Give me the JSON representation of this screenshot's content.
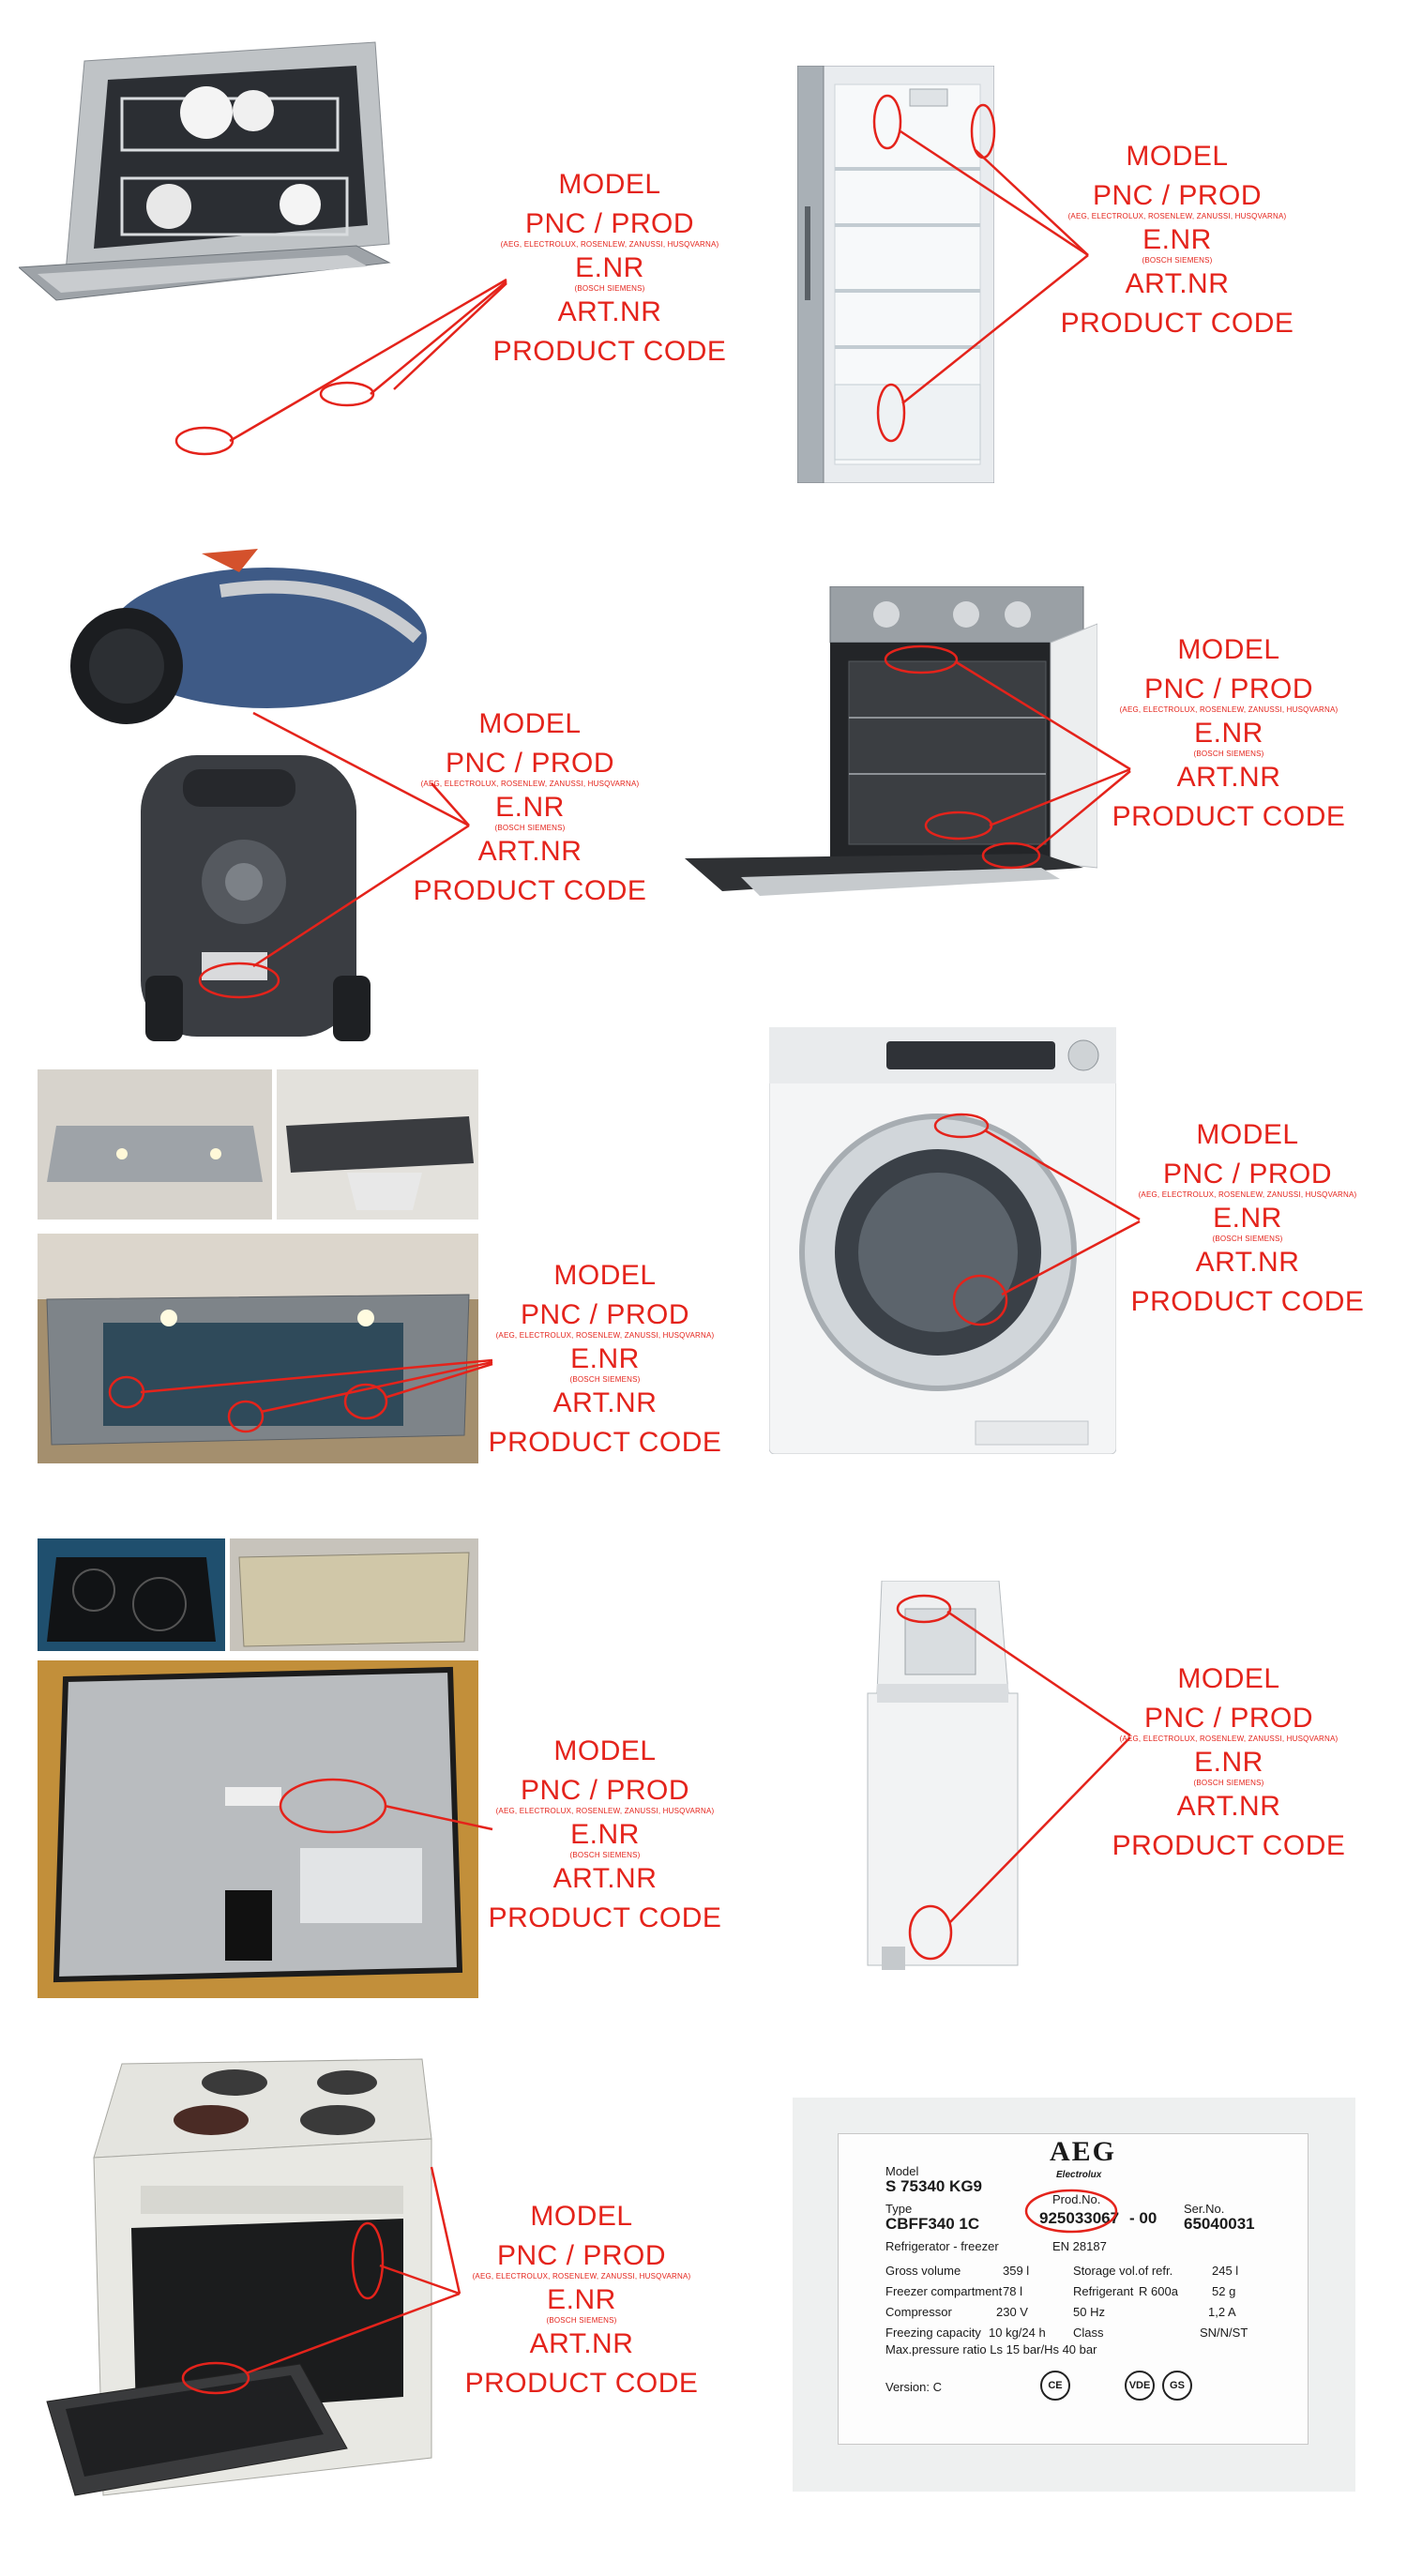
{
  "callout": {
    "model": "MODEL",
    "pnc": "PNC / PROD",
    "pnc_brands": "(AEG, ELECTROLUX, ROSENLEW, ZANUSSI, HUSQVARNA)",
    "enr": "E.NR",
    "enr_brands": "(BOSCH SIEMENS)",
    "artnr": "ART.NR",
    "product_code": "PRODUCT CODE"
  },
  "appliances": [
    {
      "name": "dishwasher-photo"
    },
    {
      "name": "refrigerator-photo"
    },
    {
      "name": "vacuum-cleaner-photo"
    },
    {
      "name": "built-in-oven-photo"
    },
    {
      "name": "cooker-hood-photo"
    },
    {
      "name": "front-load-washer-photo"
    },
    {
      "name": "ceramic-hob-photo"
    },
    {
      "name": "top-load-washer-photo"
    },
    {
      "name": "electric-cooker-photo"
    }
  ],
  "rating_plate": {
    "model_label": "Model",
    "model_value": "S 75340 KG9",
    "brand": "AEG",
    "brand_sub": "Electrolux",
    "type_label": "Type",
    "type_value": "CBFF340 1C",
    "prod_label": "Prod.No.",
    "prod_value": "925033067",
    "prod_suffix": "- 00",
    "ser_label": "Ser.No.",
    "ser_value": "65040031",
    "category": "Refrigerator - freezer",
    "standard": "EN 28187",
    "gross_label": "Gross volume",
    "gross_value": "359 l",
    "storage_label": "Storage vol.of refr.",
    "storage_value": "245 l",
    "freezer_label": "Freezer compartment",
    "freezer_value": "78 l",
    "refrigerant_label": "Refrigerant",
    "refrigerant_value": "R 600a",
    "refrigerant_amount": "52 g",
    "compressor_label": "Compressor",
    "voltage": "230 V",
    "frequency": "50 Hz",
    "current": "1,2 A",
    "freezing_label": "Freezing capacity",
    "freezing_value": "10 kg/24 h",
    "class_label": "Class",
    "class_value": "SN/N/ST",
    "pressure": "Max.pressure ratio Ls 15 bar/Hs 40 bar",
    "version": "Version: C",
    "marks": [
      "CE",
      "VDE",
      "GS"
    ]
  }
}
